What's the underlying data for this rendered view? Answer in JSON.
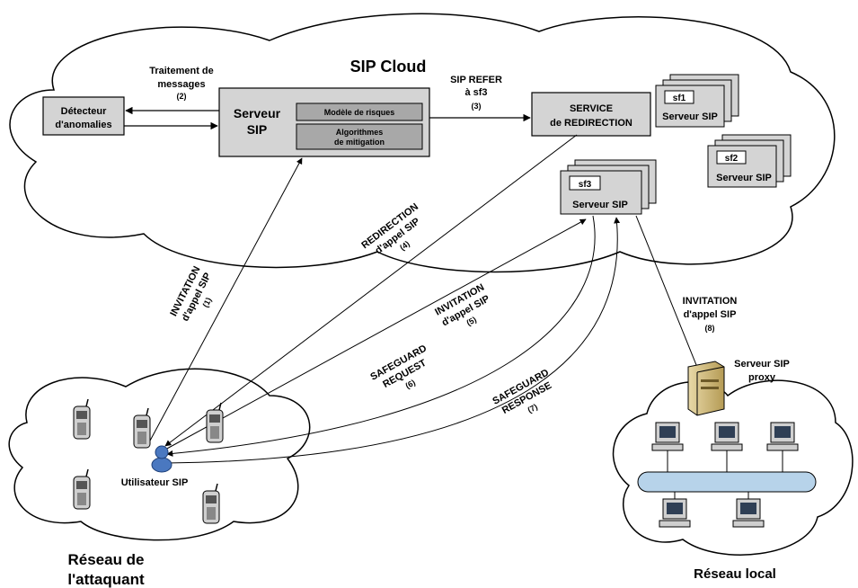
{
  "cloud": {
    "title": "SIP Cloud"
  },
  "detector": {
    "line1": "Détecteur",
    "line2": "d'anomalies"
  },
  "processing": {
    "line1": "Traitement de",
    "line2": "messages",
    "step": "(2)"
  },
  "sip_server": {
    "line1": "Serveur",
    "line2": "SIP",
    "risk_model": "Modèle de risques",
    "mitigation_line1": "Algorithmes",
    "mitigation_line2": "de mitigation"
  },
  "refer": {
    "line1": "SIP REFER",
    "line2": "à sf3",
    "step": "(3)"
  },
  "redirection_service": {
    "line1": "SERVICE",
    "line2": "de REDIRECTION"
  },
  "servers": [
    {
      "tag": "sf1",
      "label": "Serveur SIP"
    },
    {
      "tag": "sf2",
      "label": "Serveur SIP"
    },
    {
      "tag": "sf3",
      "label": "Serveur SIP"
    }
  ],
  "arrows": {
    "invite1": {
      "line1": "INVITATION",
      "line2": "d'appel SIP",
      "step": "(1)"
    },
    "redirect4": {
      "line1": "REDIRECTION",
      "line2": "d'appel SIP",
      "step": "(4)"
    },
    "invite5": {
      "line1": "INVITATION",
      "line2": "d'appel SIP",
      "step": "(5)"
    },
    "safeguard6": {
      "line1": "SAFEGUARD",
      "line2": "REQUEST",
      "step": "(6)"
    },
    "safeguard7": {
      "line1": "SAFEGUARD",
      "line2": "RESPONSE",
      "step": "(7)"
    },
    "invite8": {
      "line1": "INVITATION",
      "line2": "d'appel SIP",
      "step": "(8)"
    }
  },
  "proxy": {
    "line1": "Serveur SIP",
    "line2": "proxy"
  },
  "sip_user": "Utilisateur SIP",
  "attacker_network": {
    "line1": "Réseau de",
    "line2": "l'attaquant"
  },
  "local_network": "Réseau local"
}
